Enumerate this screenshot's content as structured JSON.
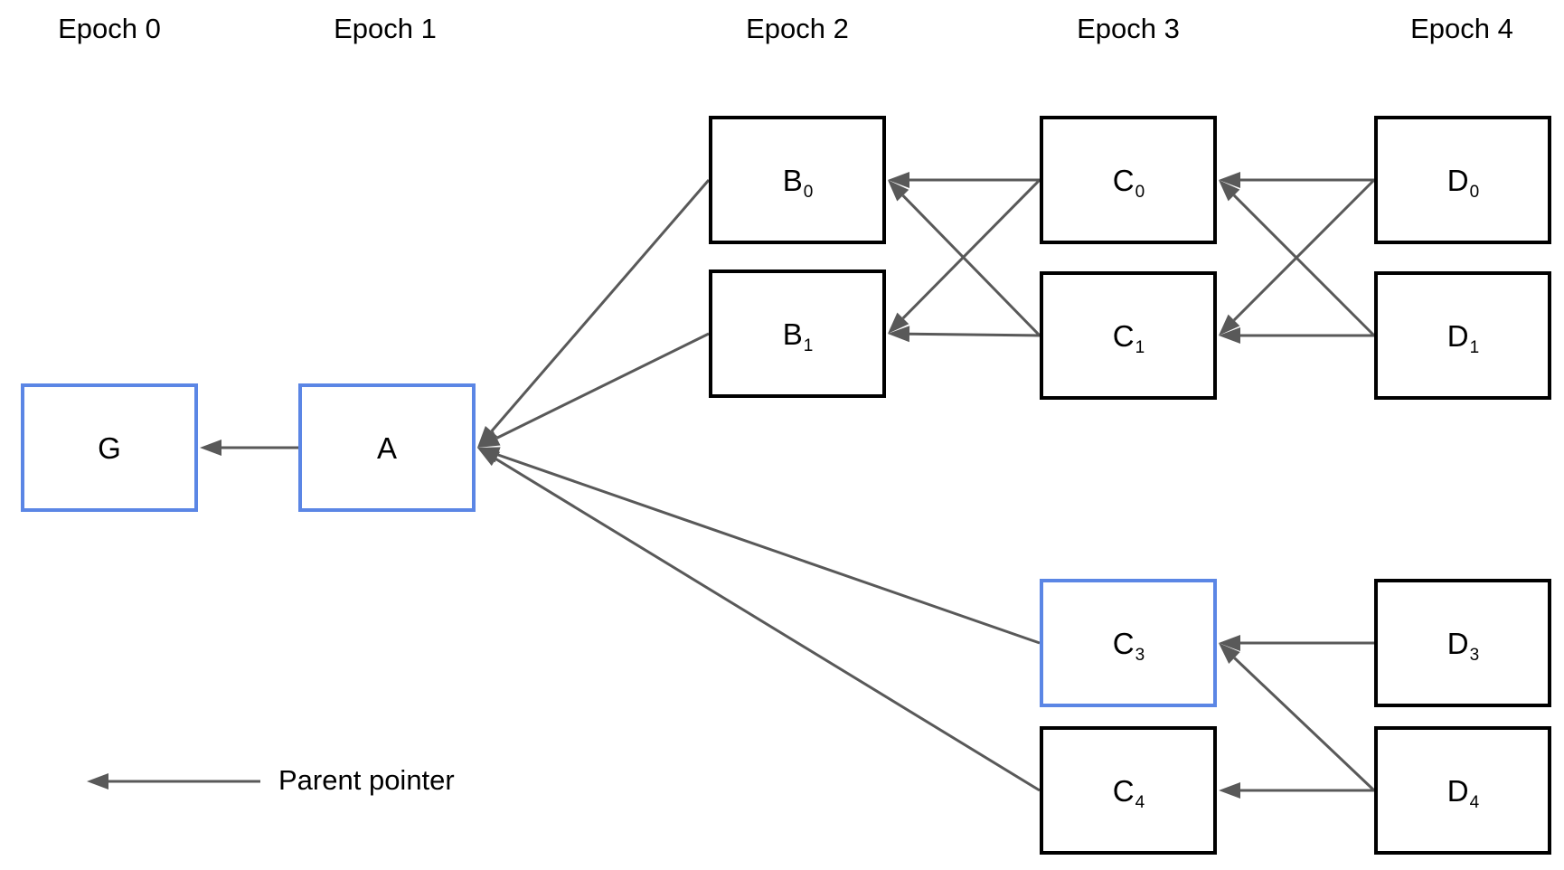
{
  "epochs": [
    "Epoch 0",
    "Epoch 1",
    "Epoch 2",
    "Epoch 3",
    "Epoch 4"
  ],
  "nodes": [
    {
      "id": "G",
      "label": "G",
      "sub": "",
      "epoch": 0,
      "highlight": true
    },
    {
      "id": "A",
      "label": "A",
      "sub": "",
      "epoch": 1,
      "highlight": true
    },
    {
      "id": "B0",
      "label": "B",
      "sub": "0",
      "epoch": 2,
      "highlight": false
    },
    {
      "id": "B1",
      "label": "B",
      "sub": "1",
      "epoch": 2,
      "highlight": false
    },
    {
      "id": "C0",
      "label": "C",
      "sub": "0",
      "epoch": 3,
      "highlight": false
    },
    {
      "id": "C1",
      "label": "C",
      "sub": "1",
      "epoch": 3,
      "highlight": false
    },
    {
      "id": "C3",
      "label": "C",
      "sub": "3",
      "epoch": 3,
      "highlight": true
    },
    {
      "id": "C4",
      "label": "C",
      "sub": "4",
      "epoch": 3,
      "highlight": false
    },
    {
      "id": "D0",
      "label": "D",
      "sub": "0",
      "epoch": 4,
      "highlight": false
    },
    {
      "id": "D1",
      "label": "D",
      "sub": "1",
      "epoch": 4,
      "highlight": false
    },
    {
      "id": "D3",
      "label": "D",
      "sub": "3",
      "epoch": 4,
      "highlight": false
    },
    {
      "id": "D4",
      "label": "D",
      "sub": "4",
      "epoch": 4,
      "highlight": false
    }
  ],
  "edges": [
    {
      "from": "A",
      "to": "G"
    },
    {
      "from": "B0",
      "to": "A"
    },
    {
      "from": "B1",
      "to": "A"
    },
    {
      "from": "C3",
      "to": "A"
    },
    {
      "from": "C4",
      "to": "A"
    },
    {
      "from": "C0",
      "to": "B0"
    },
    {
      "from": "C0",
      "to": "B1"
    },
    {
      "from": "C1",
      "to": "B0"
    },
    {
      "from": "C1",
      "to": "B1"
    },
    {
      "from": "D0",
      "to": "C0"
    },
    {
      "from": "D0",
      "to": "C1"
    },
    {
      "from": "D1",
      "to": "C0"
    },
    {
      "from": "D1",
      "to": "C1"
    },
    {
      "from": "D3",
      "to": "C3"
    },
    {
      "from": "D4",
      "to": "C3"
    },
    {
      "from": "D4",
      "to": "C4"
    }
  ],
  "legend": {
    "label": "Parent pointer"
  },
  "colors": {
    "highlight_border": "#5b86e5",
    "default_border": "#000000",
    "arrow": "#595959"
  }
}
